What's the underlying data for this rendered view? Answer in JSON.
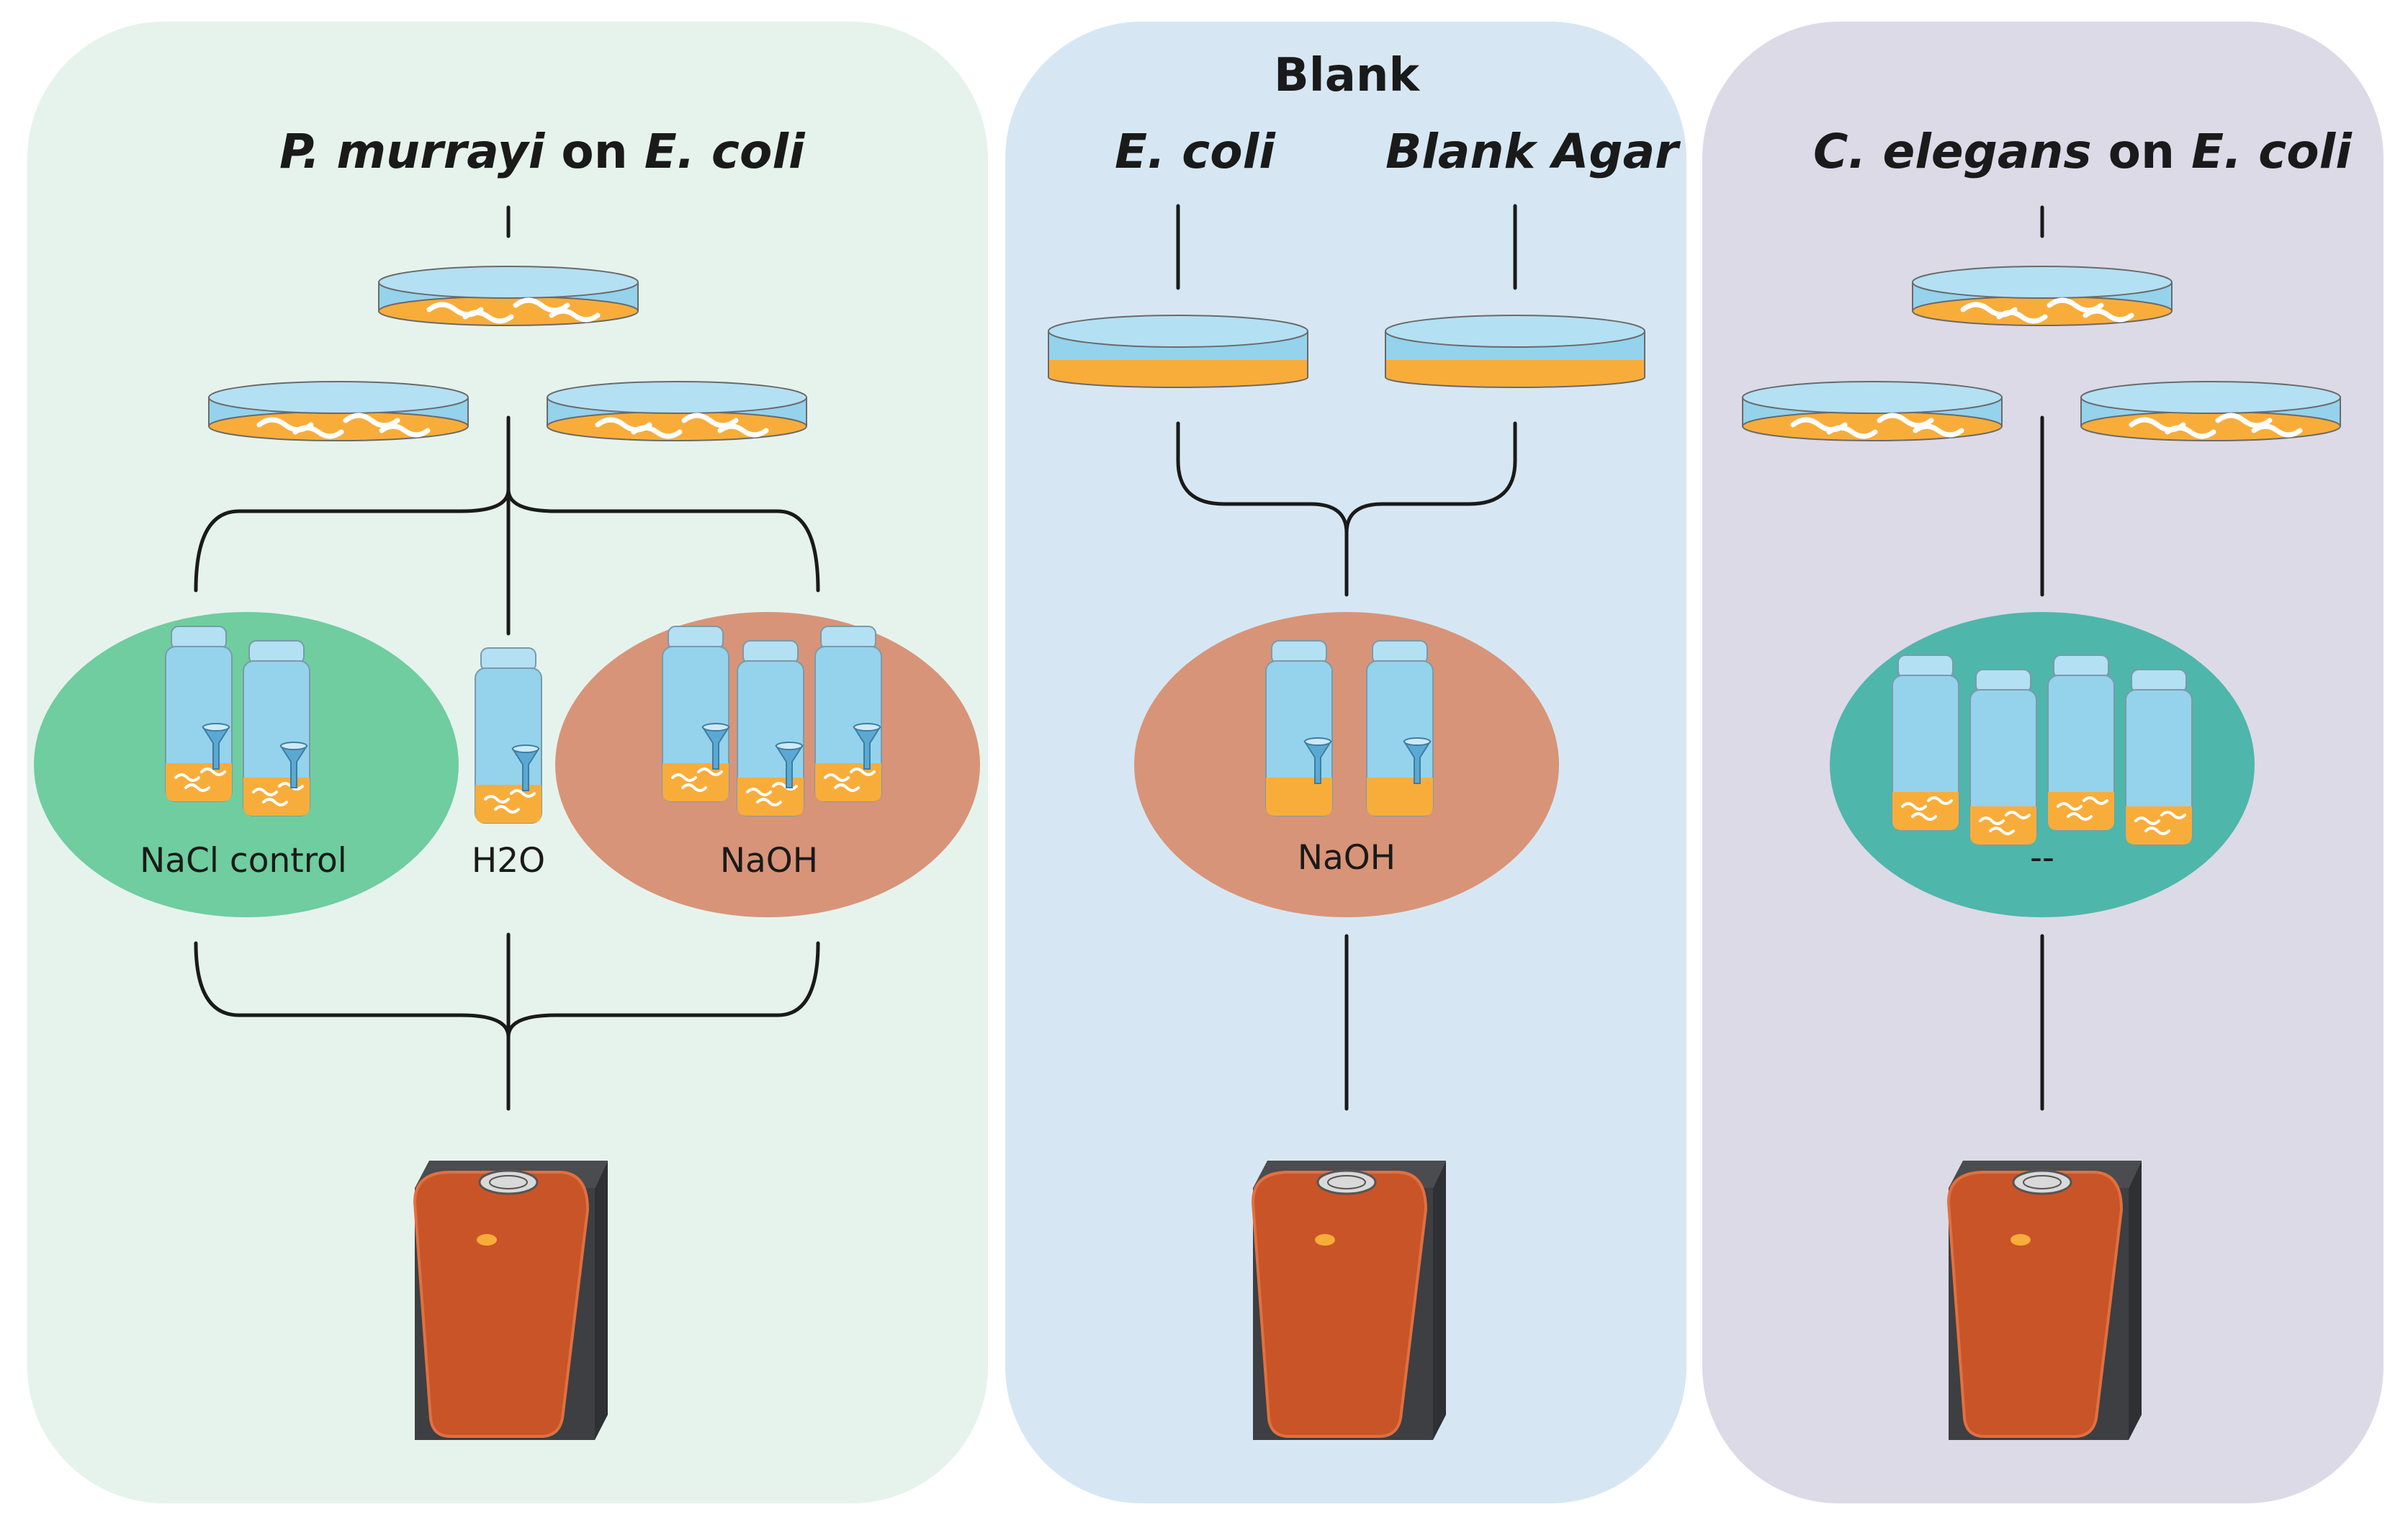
{
  "colors": {
    "panel_left": "#e6f3ed",
    "panel_middle": "#d6e7f3",
    "panel_right": "#dcdae6",
    "nacl_oval": "#6fcd9f",
    "naoh_oval": "#d89478",
    "teal_oval": "#4fb6ab",
    "agar": "#f8ad3b",
    "dish": "#95d2ec",
    "device_body": "#3d3f42",
    "device_cover": "#c95427"
  },
  "panels": {
    "left": {
      "title_species": "P. murrayi",
      "title_on": "on",
      "title_host": "E. coli",
      "groups": [
        {
          "label": "NaCl control",
          "vials": 2,
          "oval": "nacl_oval"
        },
        {
          "label": "H2O",
          "vials": 1,
          "oval": "none"
        },
        {
          "label": "NaOH",
          "vials": 3,
          "oval": "naoh_oval"
        }
      ]
    },
    "middle": {
      "title": "Blank",
      "columns": [
        "E. coli",
        "Blank Agar"
      ],
      "groups": [
        {
          "label": "NaOH",
          "vials": 2,
          "oval": "naoh_oval"
        }
      ]
    },
    "right": {
      "title_species": "C. elegans",
      "title_on": "on",
      "title_host": "E. coli",
      "groups": [
        {
          "label": "--",
          "vials": 4,
          "oval": "teal_oval"
        }
      ]
    }
  },
  "icons": {
    "dish": "petri-dish-icon",
    "vial": "vial-icon",
    "funnel": "funnel-icon",
    "device": "centrifuge-icon"
  }
}
